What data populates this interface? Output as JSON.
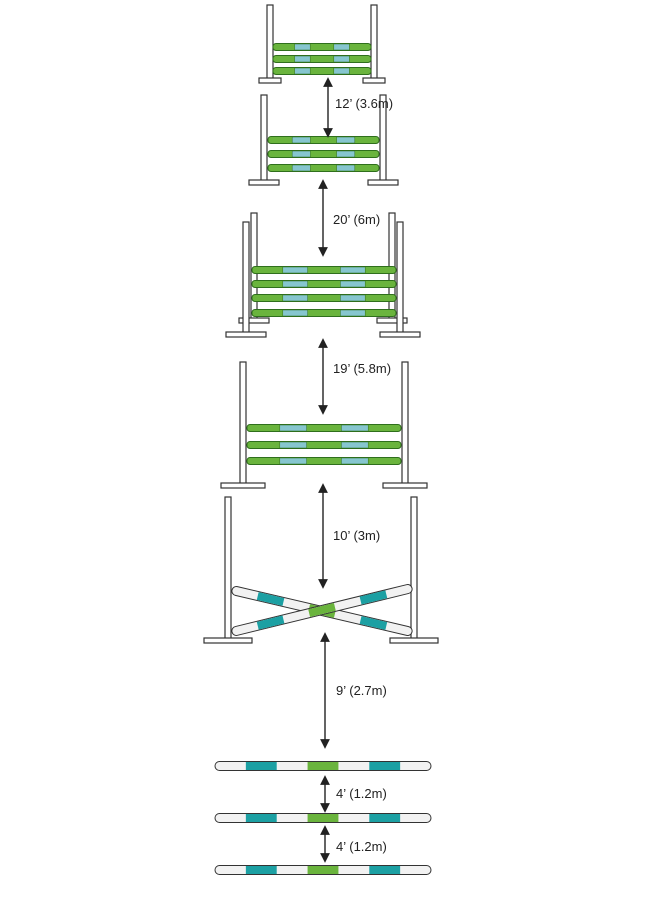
{
  "colors": {
    "green": "#6ab43d",
    "green_dark": "#2f6f1c",
    "blue": "#86c6cf",
    "teal": "#1ca0a3",
    "teal_dark": "#117377",
    "white_pole": "#f2f2f2",
    "standard_fill": "#ffffff",
    "standard_stroke": "#333333",
    "arrow": "#222222"
  },
  "elements": [
    {
      "kind": "vertical",
      "rails": 3,
      "name": "jump-1-vertical"
    },
    {
      "kind": "distance",
      "label": "12’ (3.6m)"
    },
    {
      "kind": "vertical",
      "rails": 3,
      "name": "jump-2-vertical"
    },
    {
      "kind": "distance",
      "label": "20’ (6m)"
    },
    {
      "kind": "oxer",
      "rails": 4,
      "name": "jump-3-oxer"
    },
    {
      "kind": "distance",
      "label": "19’ (5.8m)"
    },
    {
      "kind": "vertical",
      "rails": 3,
      "name": "jump-4-vertical"
    },
    {
      "kind": "distance",
      "label": "10’ (3m)"
    },
    {
      "kind": "cross-rail",
      "name": "jump-5-cross-rail"
    },
    {
      "kind": "distance",
      "label": "9’ (2.7m)"
    },
    {
      "kind": "ground-pole",
      "name": "ground-pole-1"
    },
    {
      "kind": "distance",
      "label": "4’ (1.2m)"
    },
    {
      "kind": "ground-pole",
      "name": "ground-pole-2"
    },
    {
      "kind": "distance",
      "label": "4’ (1.2m)"
    },
    {
      "kind": "ground-pole",
      "name": "ground-pole-3"
    }
  ]
}
